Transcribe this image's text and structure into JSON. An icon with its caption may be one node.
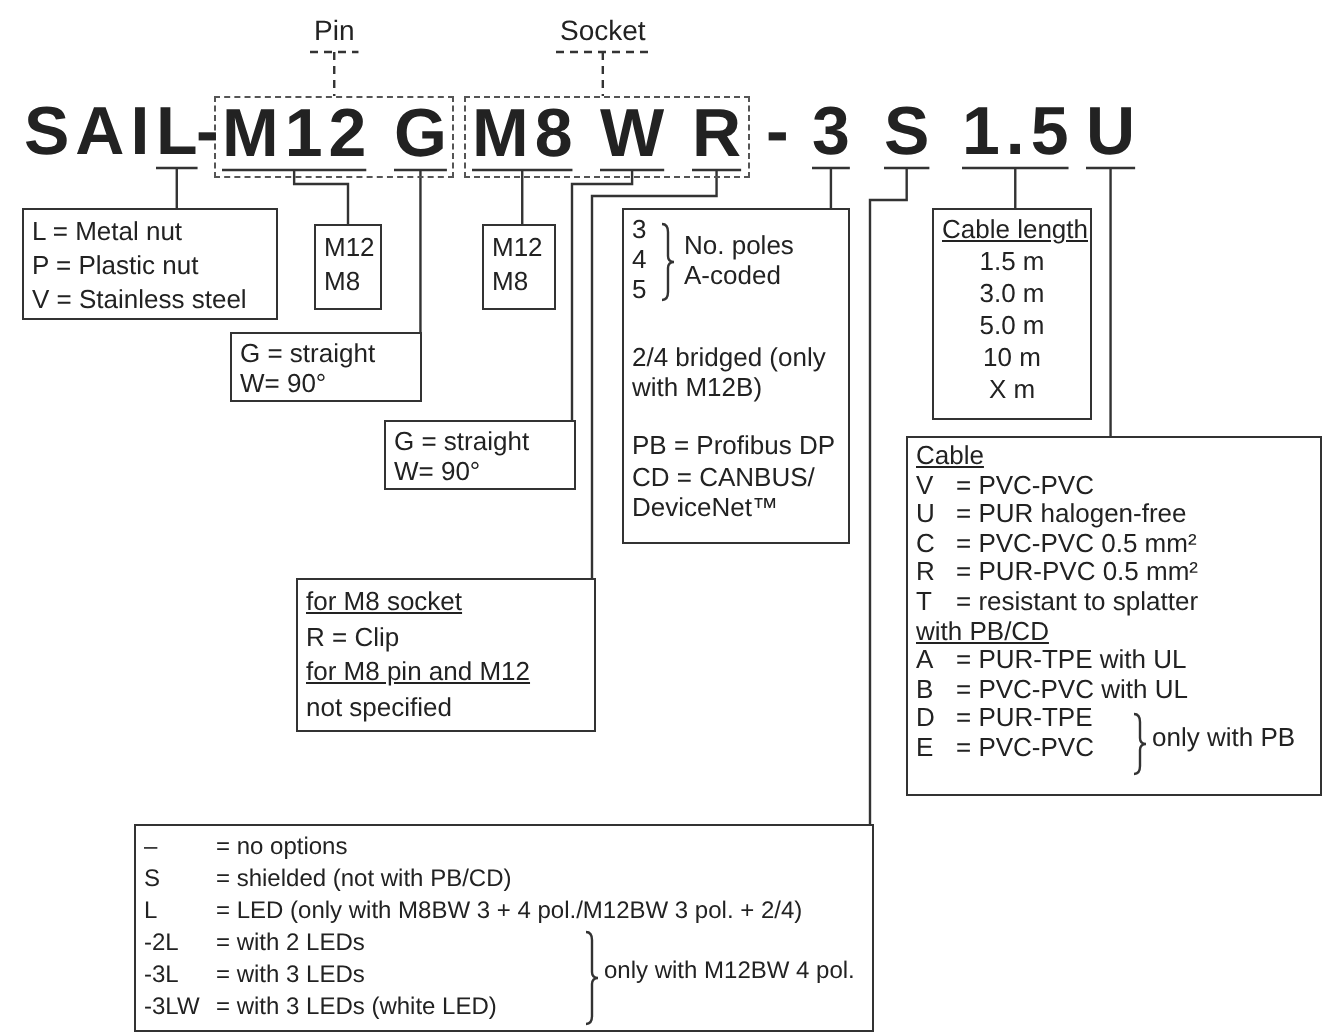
{
  "diagram": {
    "nodes": [
      {
        "text": [
          "Pin"
        ]
      },
      {
        "text": [
          "Socket"
        ]
      },
      {
        "text": [],
        "shape": "box"
      },
      {
        "text": [
          "M12"
        ],
        "in": 2
      },
      {
        "text": [
          "G"
        ],
        "in": 2
      },
      {
        "text": [],
        "shape": "box"
      },
      {
        "text": [
          "M8"
        ],
        "in": 5
      },
      {
        "text": [
          "W"
        ],
        "in": 5
      },
      {
        "text": [
          "R"
        ],
        "in": 5
      },
      {
        "text": [
          "L"
        ]
      },
      {
        "text": [
          "3"
        ]
      },
      {
        "text": [
          "S"
        ]
      },
      {
        "text": [
          "1.5"
        ]
      },
      {
        "text": [
          "U"
        ]
      },
      {
        "text": [
          "L = Metal nut",
          "P = Plastic nut",
          "V = Stainless steel"
        ]
      },
      {
        "text": [
          "M12",
          "M8"
        ]
      },
      {
        "text": [
          "G = straight",
          "W= 90°"
        ]
      },
      {
        "text": [
          "M12",
          "M8"
        ]
      },
      {
        "text": [
          "G = straight",
          "W= 90°"
        ]
      },
      {
        "text": [
          "3",
          "4",
          "5",
          "No. poles A-coded",
          "2/4 bridged (only with M12B)",
          "PB = Profibus DP",
          "CD = CANBUS/ DeviceNet™"
        ]
      },
      {
        "text": [
          "for M8 socket",
          "R = Clip",
          "for M8 pin and M12",
          "not specified"
        ]
      },
      {
        "text": [
          "Cable length",
          "1.5 m",
          "3.0 m",
          "5.0 m",
          "10 m",
          "X m"
        ]
      },
      {
        "text": [
          "Cable",
          "V = PVC-PVC",
          "U = PUR halogen-free",
          "C = PVC-PVC 0.5 mm²",
          "R = PUR-PVC 0.5 mm²",
          "T = resistant to splatter",
          "with PB/CD",
          "A = PUR-TPE with UL",
          "B = PVC-PVC with UL",
          "D = PUR-TPE",
          "E = PVC-PVC",
          "only with PB"
        ]
      },
      {
        "text": [
          "– = no options",
          "S = shielded (not with PB/CD)",
          "L = LED (only with M8BW 3 + 4 pol./M12BW 3 pol. + 2/4)",
          "-2L = with 2 LEDs",
          "-3L = with 3 LEDs",
          "-3LW = with 3 LEDs (white LED)",
          "only with M12BW 4 pol."
        ]
      }
    ],
    "edges": [
      {
        "from": 0,
        "to": 2,
        "arrow": "none",
        "style": "dashed"
      },
      {
        "from": 1,
        "to": 5,
        "arrow": "none",
        "style": "dashed"
      },
      {
        "from": 9,
        "to": 14,
        "arrow": "none"
      },
      {
        "from": 3,
        "to": 15,
        "arrow": "none"
      },
      {
        "from": 4,
        "to": 16,
        "arrow": "none"
      },
      {
        "from": 6,
        "to": 17,
        "arrow": "none"
      },
      {
        "from": 7,
        "to": 18,
        "arrow": "none"
      },
      {
        "from": 8,
        "to": 20,
        "arrow": "none"
      },
      {
        "from": 10,
        "to": 19,
        "arrow": "none"
      },
      {
        "from": 11,
        "to": 23,
        "arrow": "none"
      },
      {
        "from": 12,
        "to": 21,
        "arrow": "none"
      },
      {
        "from": 13,
        "to": 22,
        "arrow": "none"
      }
    ],
    "labels": [
      "SAI",
      "-",
      "-"
    ]
  }
}
